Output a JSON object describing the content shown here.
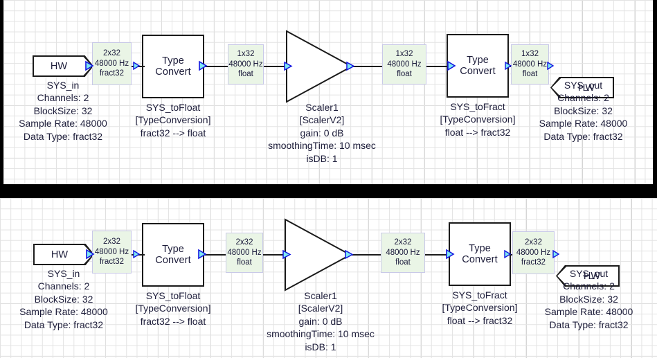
{
  "app": {
    "kind": "audio-signal-flow-diagram",
    "panels": 2,
    "colors": {
      "canvas_background": "#ffffff",
      "grid_minor": "#e3e3e3",
      "grid_major": "#cfcfcf",
      "block_outline": "#1a1a1a",
      "signal_label_fill": "#eaf5e6",
      "signal_label_border": "#c9c9e8",
      "port_fill": "#7fe9f2",
      "port_outline": "#1414e0",
      "text": "#1d1d3a",
      "separator_bar": "#000000"
    }
  },
  "top_panel": {
    "name": "signal-flow-mono",
    "hw_in": {
      "label": "HW",
      "icon": "hw-source-block",
      "caption": [
        "SYS_in",
        "Channels: 2",
        "BlockSize: 32",
        "Sample Rate: 48000",
        "Data Type: fract32"
      ]
    },
    "sig1": {
      "l1": "2x32",
      "l2": "48000 Hz",
      "l3": "fract32"
    },
    "to_float": {
      "l1": "Type",
      "l2": "Convert",
      "caption": [
        "SYS_toFloat",
        "[TypeConversion]",
        "fract32 --> float"
      ]
    },
    "sig2": {
      "l1": "1x32",
      "l2": "48000 Hz",
      "l3": "float"
    },
    "scaler": {
      "icon": "amplifier-triangle",
      "caption": [
        "Scaler1",
        "[ScalerV2]",
        "gain: 0 dB",
        "smoothingTime: 10 msec",
        "isDB: 1"
      ]
    },
    "sig3": {
      "l1": "1x32",
      "l2": "48000 Hz",
      "l3": "float"
    },
    "to_fract": {
      "l1": "Type",
      "l2": "Convert",
      "caption": [
        "SYS_toFract",
        "[TypeConversion]",
        "float --> fract32"
      ]
    },
    "sig4": {
      "l1": "1x32",
      "l2": "48000 Hz",
      "l3": "float"
    },
    "hw_out": {
      "label": "HW",
      "icon": "hw-sink-block",
      "caption": [
        "SYS_out",
        "Channels: 2",
        "BlockSize: 32",
        "Sample Rate: 48000",
        "Data Type: fract32"
      ]
    }
  },
  "bottom_panel": {
    "name": "signal-flow-stereo",
    "hw_in": {
      "label": "HW",
      "icon": "hw-source-block",
      "caption": [
        "SYS_in",
        "Channels: 2",
        "BlockSize: 32",
        "Sample Rate: 48000",
        "Data Type: fract32"
      ]
    },
    "sig1": {
      "l1": "2x32",
      "l2": "48000 Hz",
      "l3": "fract32"
    },
    "to_float": {
      "l1": "Type",
      "l2": "Convert",
      "caption": [
        "SYS_toFloat",
        "[TypeConversion]",
        "fract32 --> float"
      ]
    },
    "sig2": {
      "l1": "2x32",
      "l2": "48000 Hz",
      "l3": "float"
    },
    "scaler": {
      "icon": "amplifier-triangle",
      "caption": [
        "Scaler1",
        "[ScalerV2]",
        "gain: 0 dB",
        "smoothingTime: 10 msec",
        "isDB: 1"
      ]
    },
    "sig3": {
      "l1": "2x32",
      "l2": "48000 Hz",
      "l3": "float"
    },
    "to_fract": {
      "l1": "Type",
      "l2": "Convert",
      "caption": [
        "SYS_toFract",
        "[TypeConversion]",
        "float --> fract32"
      ]
    },
    "sig4": {
      "l1": "2x32",
      "l2": "48000 Hz",
      "l3": "fract32"
    },
    "hw_out": {
      "label": "HW",
      "icon": "hw-sink-block",
      "caption": [
        "SYS_out",
        "Channels: 2",
        "BlockSize: 32",
        "Sample Rate: 48000",
        "Data Type: fract32"
      ]
    }
  }
}
